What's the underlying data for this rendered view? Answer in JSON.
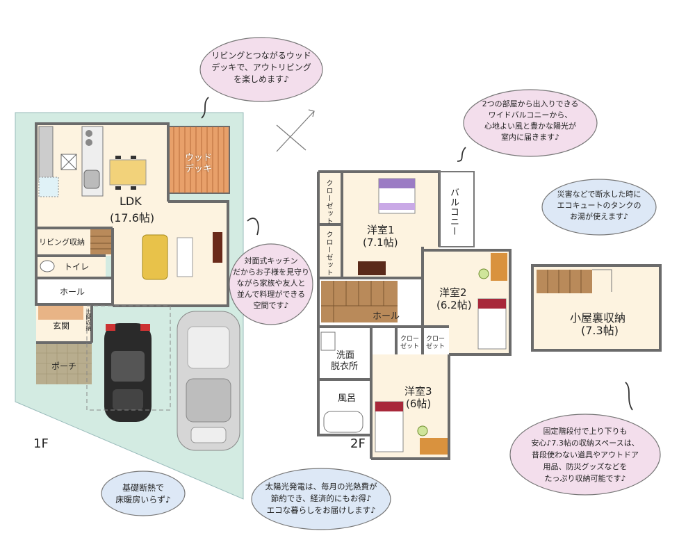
{
  "floors": {
    "first": "1F",
    "second": "2F"
  },
  "rooms_1f": {
    "ldk": "LDK",
    "ldk_size": "(17.6帖)",
    "deck_line1": "ウッド",
    "deck_line2": "デッキ",
    "living_storage": "リビング収納",
    "toilet": "トイレ",
    "hall": "ホール",
    "entrance": "玄関",
    "earth_storage": "土間収納",
    "porch": "ポーチ"
  },
  "rooms_2f": {
    "western1": "洋室1",
    "western1_size": "(7.1帖)",
    "western2": "洋室2",
    "western2_size": "(6.2帖)",
    "western3": "洋室3",
    "western3_size": "(6帖)",
    "balcony": "バルコニー",
    "closet": "クローゼット",
    "closet_short_1": "クロー",
    "closet_short_2": "ゼット",
    "hall": "ホール",
    "wash_line1": "洗面",
    "wash_line2": "脱衣所",
    "bath": "風呂"
  },
  "attic": {
    "label": "小屋裏収納",
    "size": "(7.3帖)"
  },
  "notes": {
    "deck": [
      "リビングとつながるウッド",
      "デッキで、アウトリビング",
      "を楽しめます♪"
    ],
    "balcony": [
      "2つの部屋から出入りできる",
      "ワイドバルコニーから、",
      "心地よい風と豊かな陽光が",
      "室内に届きます♪"
    ],
    "ecocute": [
      "災害などで断水した時に",
      "エコキュートのタンクの",
      "お湯が使えます♪"
    ],
    "kitchen": [
      "対面式キッチン",
      "だからお子様を見守り",
      "ながら家族や友人と",
      "並んで料理ができる",
      "空間です♪"
    ],
    "attic": [
      "固定階段付で上り下りも",
      "安心♪7.3帖の収納スペースは、",
      "普段使わない道具やアウトドア",
      "用品、防災グッズなどを",
      "たっぷり収納可能です♪"
    ],
    "foundation": [
      "基礎断熱で",
      "床暖房いらず♪"
    ],
    "solar": [
      "太陽光発電は、毎月の光熱費が",
      "節約でき、経済的にもお得♪",
      "エコな暮らしをお届けします♪"
    ]
  },
  "colors": {
    "floor": "#fdf3e0",
    "deck": "#e8a06a",
    "site": "#d3ebe2",
    "cloud": "#f3deec",
    "cloud_blue": "#dde8f6",
    "wall": "#6b6b6b",
    "stairs": "#b98a5a",
    "sofa": "#e8c24a",
    "table": "#f2d27a",
    "bed_red": "#a8283a",
    "bed_purple": "#9b7cc4",
    "porch": "#b8ad8e"
  }
}
